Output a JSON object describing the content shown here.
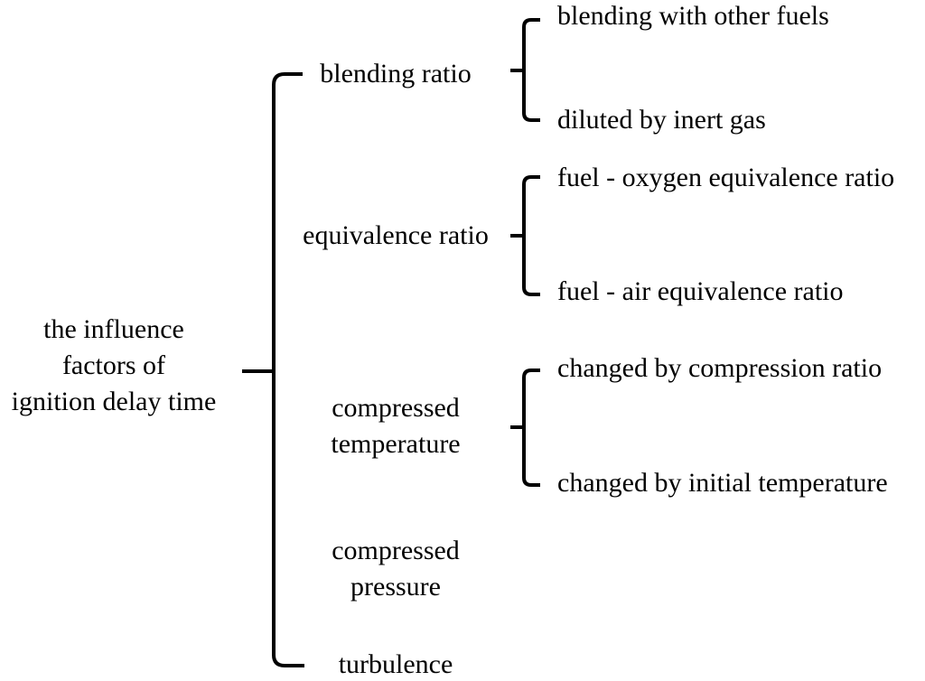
{
  "diagram": {
    "title": "the influence factors of ignition delay time",
    "type": "bracket-tree",
    "orientation": "left-to-right",
    "line_color": "#000000",
    "text_color": "#000000",
    "background_color": "#ffffff",
    "root": {
      "id": "root",
      "lines": [
        "the influence",
        "factors of",
        "ignition delay time"
      ]
    },
    "level1": [
      {
        "id": "blending-ratio",
        "lines": [
          "blending ratio"
        ],
        "children": [
          "blending with other fuels",
          "diluted by inert gas"
        ]
      },
      {
        "id": "equivalence-ratio",
        "lines": [
          "equivalence ratio"
        ],
        "children": [
          "fuel - oxygen equivalence ratio",
          "fuel - air equivalence ratio"
        ]
      },
      {
        "id": "compressed-temperature",
        "lines": [
          "compressed",
          "temperature"
        ],
        "children": [
          "changed by compression ratio",
          "changed by initial temperature"
        ]
      },
      {
        "id": "compressed-pressure",
        "lines": [
          "compressed",
          "pressure"
        ],
        "children": []
      },
      {
        "id": "turbulence",
        "lines": [
          "turbulence"
        ],
        "children": []
      }
    ],
    "leaves": [
      {
        "id": "blending-with-other-fuels",
        "label": "blending with other fuels"
      },
      {
        "id": "diluted-by-inert-gas",
        "label": "diluted by inert gas"
      },
      {
        "id": "fuel-oxygen-equivalence-ratio",
        "label": "fuel - oxygen equivalence ratio"
      },
      {
        "id": "fuel-air-equivalence-ratio",
        "label": "fuel - air equivalence ratio"
      },
      {
        "id": "changed-by-compression-ratio",
        "label": "changed by compression ratio"
      },
      {
        "id": "changed-by-initial-temperature",
        "label": "changed by initial temperature"
      }
    ]
  }
}
